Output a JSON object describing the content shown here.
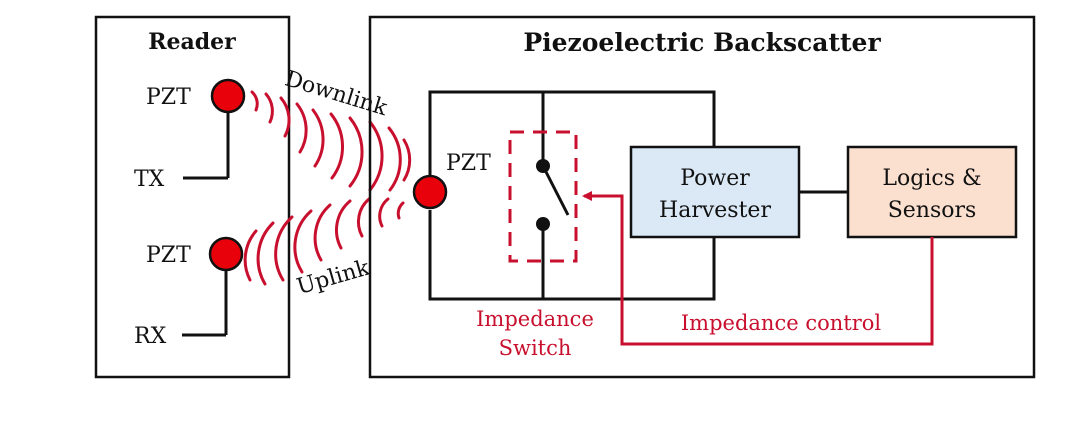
{
  "reader": {
    "title": "Reader",
    "pzt_tx_label": "PZT",
    "pzt_rx_label": "PZT",
    "tx_label": "TX",
    "rx_label": "RX"
  },
  "links": {
    "downlink_label": "Downlink",
    "uplink_label": "Uplink"
  },
  "tag": {
    "title": "Piezoelectric Backscatter",
    "pzt_label": "PZT",
    "power_harvester": [
      "Power",
      "Harvester"
    ],
    "logics_sensors": [
      "Logics &",
      "Sensors"
    ],
    "impedance_switch": [
      "Impedance",
      "Switch"
    ],
    "impedance_control": "Impedance control"
  },
  "colors": {
    "pzt_fill": "#e8000b",
    "accent_red": "#c8102e",
    "harvester_fill": "#dbe9f6",
    "sensors_fill": "#fbe0d0",
    "line": "#111111"
  }
}
